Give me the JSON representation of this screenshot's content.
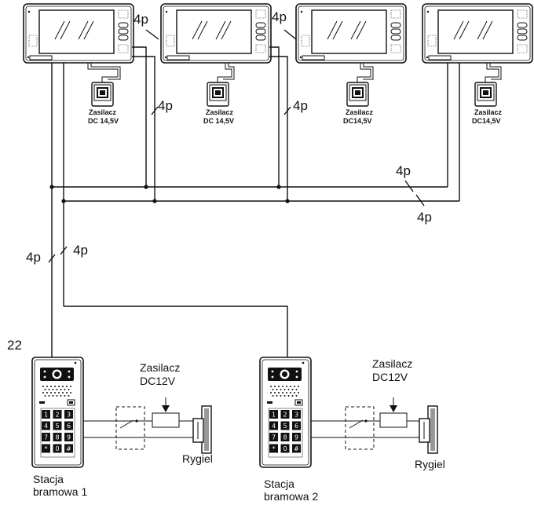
{
  "monitors": [
    {
      "psu": [
        "Zasilacz",
        "DC 14,5V"
      ]
    },
    {
      "psu": [
        "Zasilacz",
        "DC 14,5V"
      ]
    },
    {
      "psu": [
        "Zasilacz",
        "DC14,5V"
      ]
    },
    {
      "psu": [
        "Zasilacz",
        "DC14,5V"
      ]
    }
  ],
  "cable_labels": {
    "m1_m2": "4p",
    "m2_down": "4p",
    "m2_m3": "4p",
    "m3_down": "4p",
    "bus_upper": "4p",
    "bus_lower": "4p",
    "st1_left": "4p",
    "st1_right": "4p"
  },
  "corner_number": "22",
  "stations": [
    {
      "psu_line1": "Zasilacz",
      "psu_line2": "DC12V",
      "lock": "Rygiel",
      "name_line1": "Stacja",
      "name_line2": "bramowa 1"
    },
    {
      "psu_line1": "Zasilacz",
      "psu_line2": "DC12V",
      "lock": "Rygiel",
      "name_line1": "Stacja",
      "name_line2": "bramowa 2"
    }
  ],
  "keypad_keys": [
    "1",
    "2",
    "3",
    "4",
    "5",
    "6",
    "7",
    "8",
    "9",
    "*",
    "0",
    "#"
  ]
}
